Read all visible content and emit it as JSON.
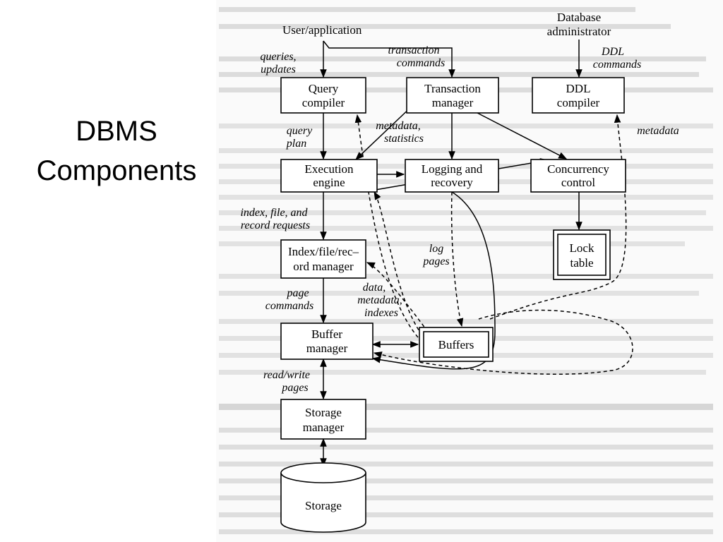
{
  "slide": {
    "title_line1": "DBMS",
    "title_line2": "Components"
  },
  "diagram": {
    "actors": {
      "user": "User/application",
      "dba_line1": "Database",
      "dba_line2": "administrator"
    },
    "boxes": {
      "query_compiler": [
        "Query",
        "compiler"
      ],
      "transaction_manager": [
        "Transaction",
        "manager"
      ],
      "ddl_compiler": [
        "DDL",
        "compiler"
      ],
      "execution_engine": [
        "Execution",
        "engine"
      ],
      "logging_recovery": [
        "Logging and",
        "recovery"
      ],
      "concurrency_control": [
        "Concurrency",
        "control"
      ],
      "index_file_record_manager": [
        "Index/file/rec–",
        "ord manager"
      ],
      "lock_table": [
        "Lock",
        "table"
      ],
      "buffer_manager": [
        "Buffer",
        "manager"
      ],
      "buffers": "Buffers",
      "storage_manager": [
        "Storage",
        "manager"
      ],
      "storage": "Storage"
    },
    "edge_labels": {
      "queries_updates": [
        "queries,",
        "updates"
      ],
      "transaction_commands": [
        "transaction",
        "commands"
      ],
      "ddl_commands": [
        "DDL",
        "commands"
      ],
      "query_plan": [
        "query",
        "plan"
      ],
      "metadata_statistics": [
        "metadata,",
        "statistics"
      ],
      "metadata": "metadata",
      "index_file_record_requests": [
        "index, file, and",
        "record requests"
      ],
      "log_pages": [
        "log",
        "pages"
      ],
      "data_metadata_indexes": [
        "data,",
        "metadata,",
        "indexes"
      ],
      "page_commands": [
        "page",
        "commands"
      ],
      "read_write_pages": [
        "read/write",
        "pages"
      ]
    }
  }
}
